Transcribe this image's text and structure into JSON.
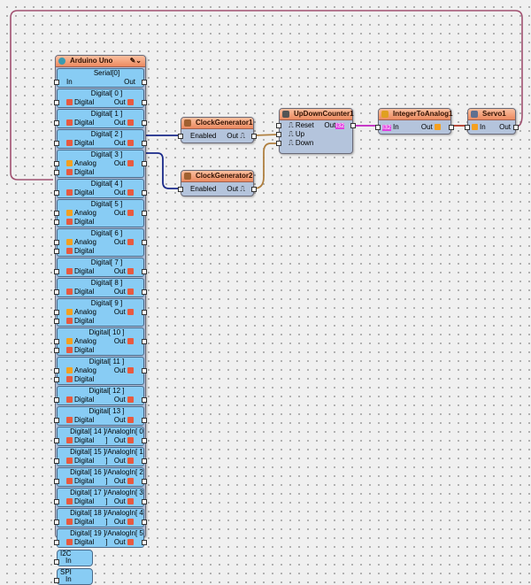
{
  "arduino": {
    "title": "Arduino Uno",
    "serial": {
      "label": "Serial[0]",
      "in": "In",
      "out": "Out"
    },
    "pins": [
      {
        "label": "Digital[ 0 ]",
        "analog": false
      },
      {
        "label": "Digital[ 1 ]",
        "analog": false
      },
      {
        "label": "Digital[ 2 ]",
        "analog": false
      },
      {
        "label": "Digital[ 3 ]",
        "analog": true
      },
      {
        "label": "Digital[ 4 ]",
        "analog": false
      },
      {
        "label": "Digital[ 5 ]",
        "analog": true
      },
      {
        "label": "Digital[ 6 ]",
        "analog": true
      },
      {
        "label": "Digital[ 7 ]",
        "analog": false
      },
      {
        "label": "Digital[ 8 ]",
        "analog": false
      },
      {
        "label": "Digital[ 9 ]",
        "analog": true
      },
      {
        "label": "Digital[ 10 ]",
        "analog": true
      },
      {
        "label": "Digital[ 11 ]",
        "analog": true
      },
      {
        "label": "Digital[ 12 ]",
        "analog": false
      },
      {
        "label": "Digital[ 13 ]",
        "analog": false
      },
      {
        "label": "Digital[ 14 ]/AnalogIn[ 0 ]",
        "analog": false
      },
      {
        "label": "Digital[ 15 ]/AnalogIn[ 1 ]",
        "analog": false
      },
      {
        "label": "Digital[ 16 ]/AnalogIn[ 2 ]",
        "analog": false
      },
      {
        "label": "Digital[ 17 ]/AnalogIn[ 3 ]",
        "analog": false
      },
      {
        "label": "Digital[ 18 ]/AnalogIn[ 4 ]",
        "analog": false
      },
      {
        "label": "Digital[ 19 ]/AnalogIn[ 5 ]",
        "analog": false
      }
    ],
    "digital_label": "Digital",
    "analog_label": "Analog",
    "out_label": "Out",
    "i2c": {
      "label": "I2C",
      "in": "In"
    },
    "spi": {
      "label": "SPI",
      "in": "In"
    }
  },
  "clock1": {
    "title": "ClockGenerator1",
    "in": "Enabled",
    "out": "Out"
  },
  "clock2": {
    "title": "ClockGenerator2",
    "in": "Enabled",
    "out": "Out"
  },
  "counter": {
    "title": "UpDownCounter1",
    "reset": "Reset",
    "up": "Up",
    "down": "Down",
    "out": "Out",
    "out_type": "I32"
  },
  "i2a": {
    "title": "IntegerToAnalog1",
    "in": "In",
    "in_type": "I32",
    "out": "Out"
  },
  "servo": {
    "title": "Servo1",
    "in": "In",
    "out": "Out"
  },
  "colors": {
    "header": "#ec8a60",
    "pin_section": "#88ccf4",
    "wire_servo": "#a05070",
    "wire_digital": "#1a2a8a",
    "wire_clock": "#b08040",
    "wire_int": "#c020c0",
    "wire_analog": "#b03020"
  }
}
